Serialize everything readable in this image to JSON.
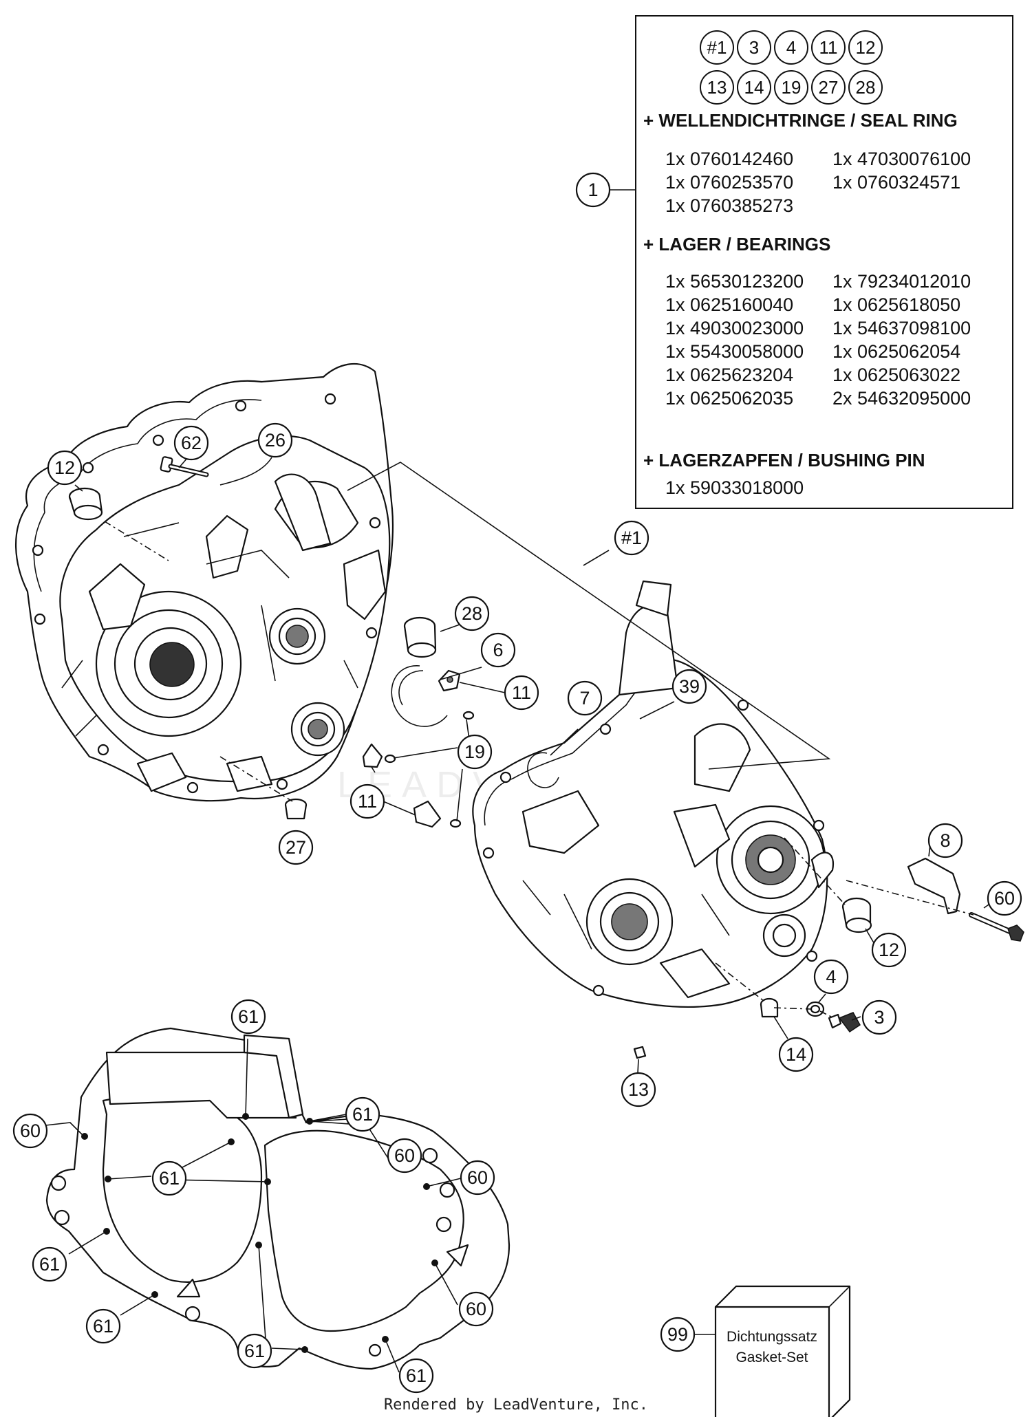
{
  "info_box": {
    "group_refs_row1": [
      "#1",
      "3",
      "4",
      "11",
      "12"
    ],
    "group_refs_row2": [
      "13",
      "14",
      "19",
      "27",
      "28"
    ],
    "seal_title": "+ WELLENDICHTRINGE / SEAL RING",
    "seal_parts": [
      "1x 0760142460",
      "1x 47030076100",
      "1x 0760253570",
      "1x 0760324571",
      "1x 0760385273"
    ],
    "bearings_title": "+ LAGER / BEARINGS",
    "bearing_parts": [
      "1x 56530123200",
      "1x 79234012010",
      "1x 0625160040",
      "1x 0625618050",
      "1x 49030023000",
      "1x 54637098100",
      "1x 55430058000",
      "1x 0625062054",
      "1x 0625623204",
      "1x 0625063022",
      "1x 0625062035",
      "2x 54632095000"
    ],
    "bushing_title": "+ LAGERZAPFEN / BUSHING PIN",
    "bushing_parts": [
      "1x 59033018000"
    ]
  },
  "callouts": {
    "c1": "1",
    "c62": "62",
    "c26": "26",
    "c12a": "12",
    "c1group": "#1",
    "c28": "28",
    "c6": "6",
    "c11a": "11",
    "c7": "7",
    "c39": "39",
    "c19": "19",
    "c11b": "11",
    "c27": "27",
    "c8": "8",
    "c60a": "60",
    "c12b": "12",
    "c4": "4",
    "c3": "3",
    "c14": "14",
    "c13": "13",
    "c61a": "61",
    "c60b": "60",
    "c61b": "61",
    "c61c": "61",
    "c60c": "60",
    "c60d": "60",
    "c61d": "61",
    "c60e": "60",
    "c61e": "61",
    "c61f": "61",
    "c61g": "61",
    "c99": "99"
  },
  "gasket_set": {
    "line1": "Dichtungssatz",
    "line2": "Gasket-Set"
  },
  "watermark": "LEADVENTURE",
  "footer": "Rendered by LeadVenture, Inc."
}
